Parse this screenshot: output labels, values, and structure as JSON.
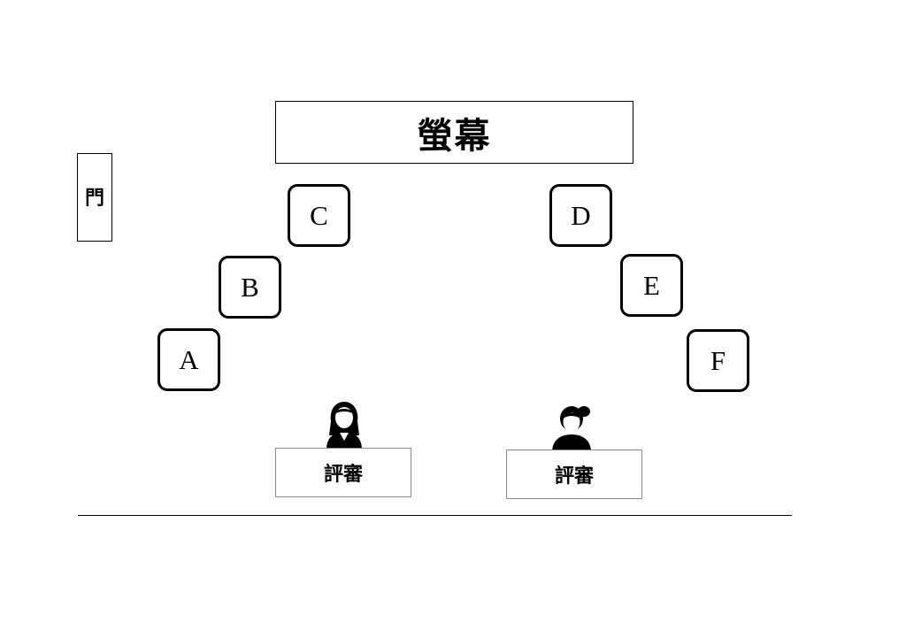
{
  "screen": {
    "label": "螢幕"
  },
  "door": {
    "label": "門"
  },
  "seats": [
    {
      "id": "A",
      "label": "A"
    },
    {
      "id": "B",
      "label": "B"
    },
    {
      "id": "C",
      "label": "C"
    },
    {
      "id": "D",
      "label": "D"
    },
    {
      "id": "E",
      "label": "E"
    },
    {
      "id": "F",
      "label": "F"
    }
  ],
  "judges": [
    {
      "label": "評審",
      "icon": "woman-long-hair-icon"
    },
    {
      "label": "評審",
      "icon": "woman-ponytail-icon"
    }
  ]
}
